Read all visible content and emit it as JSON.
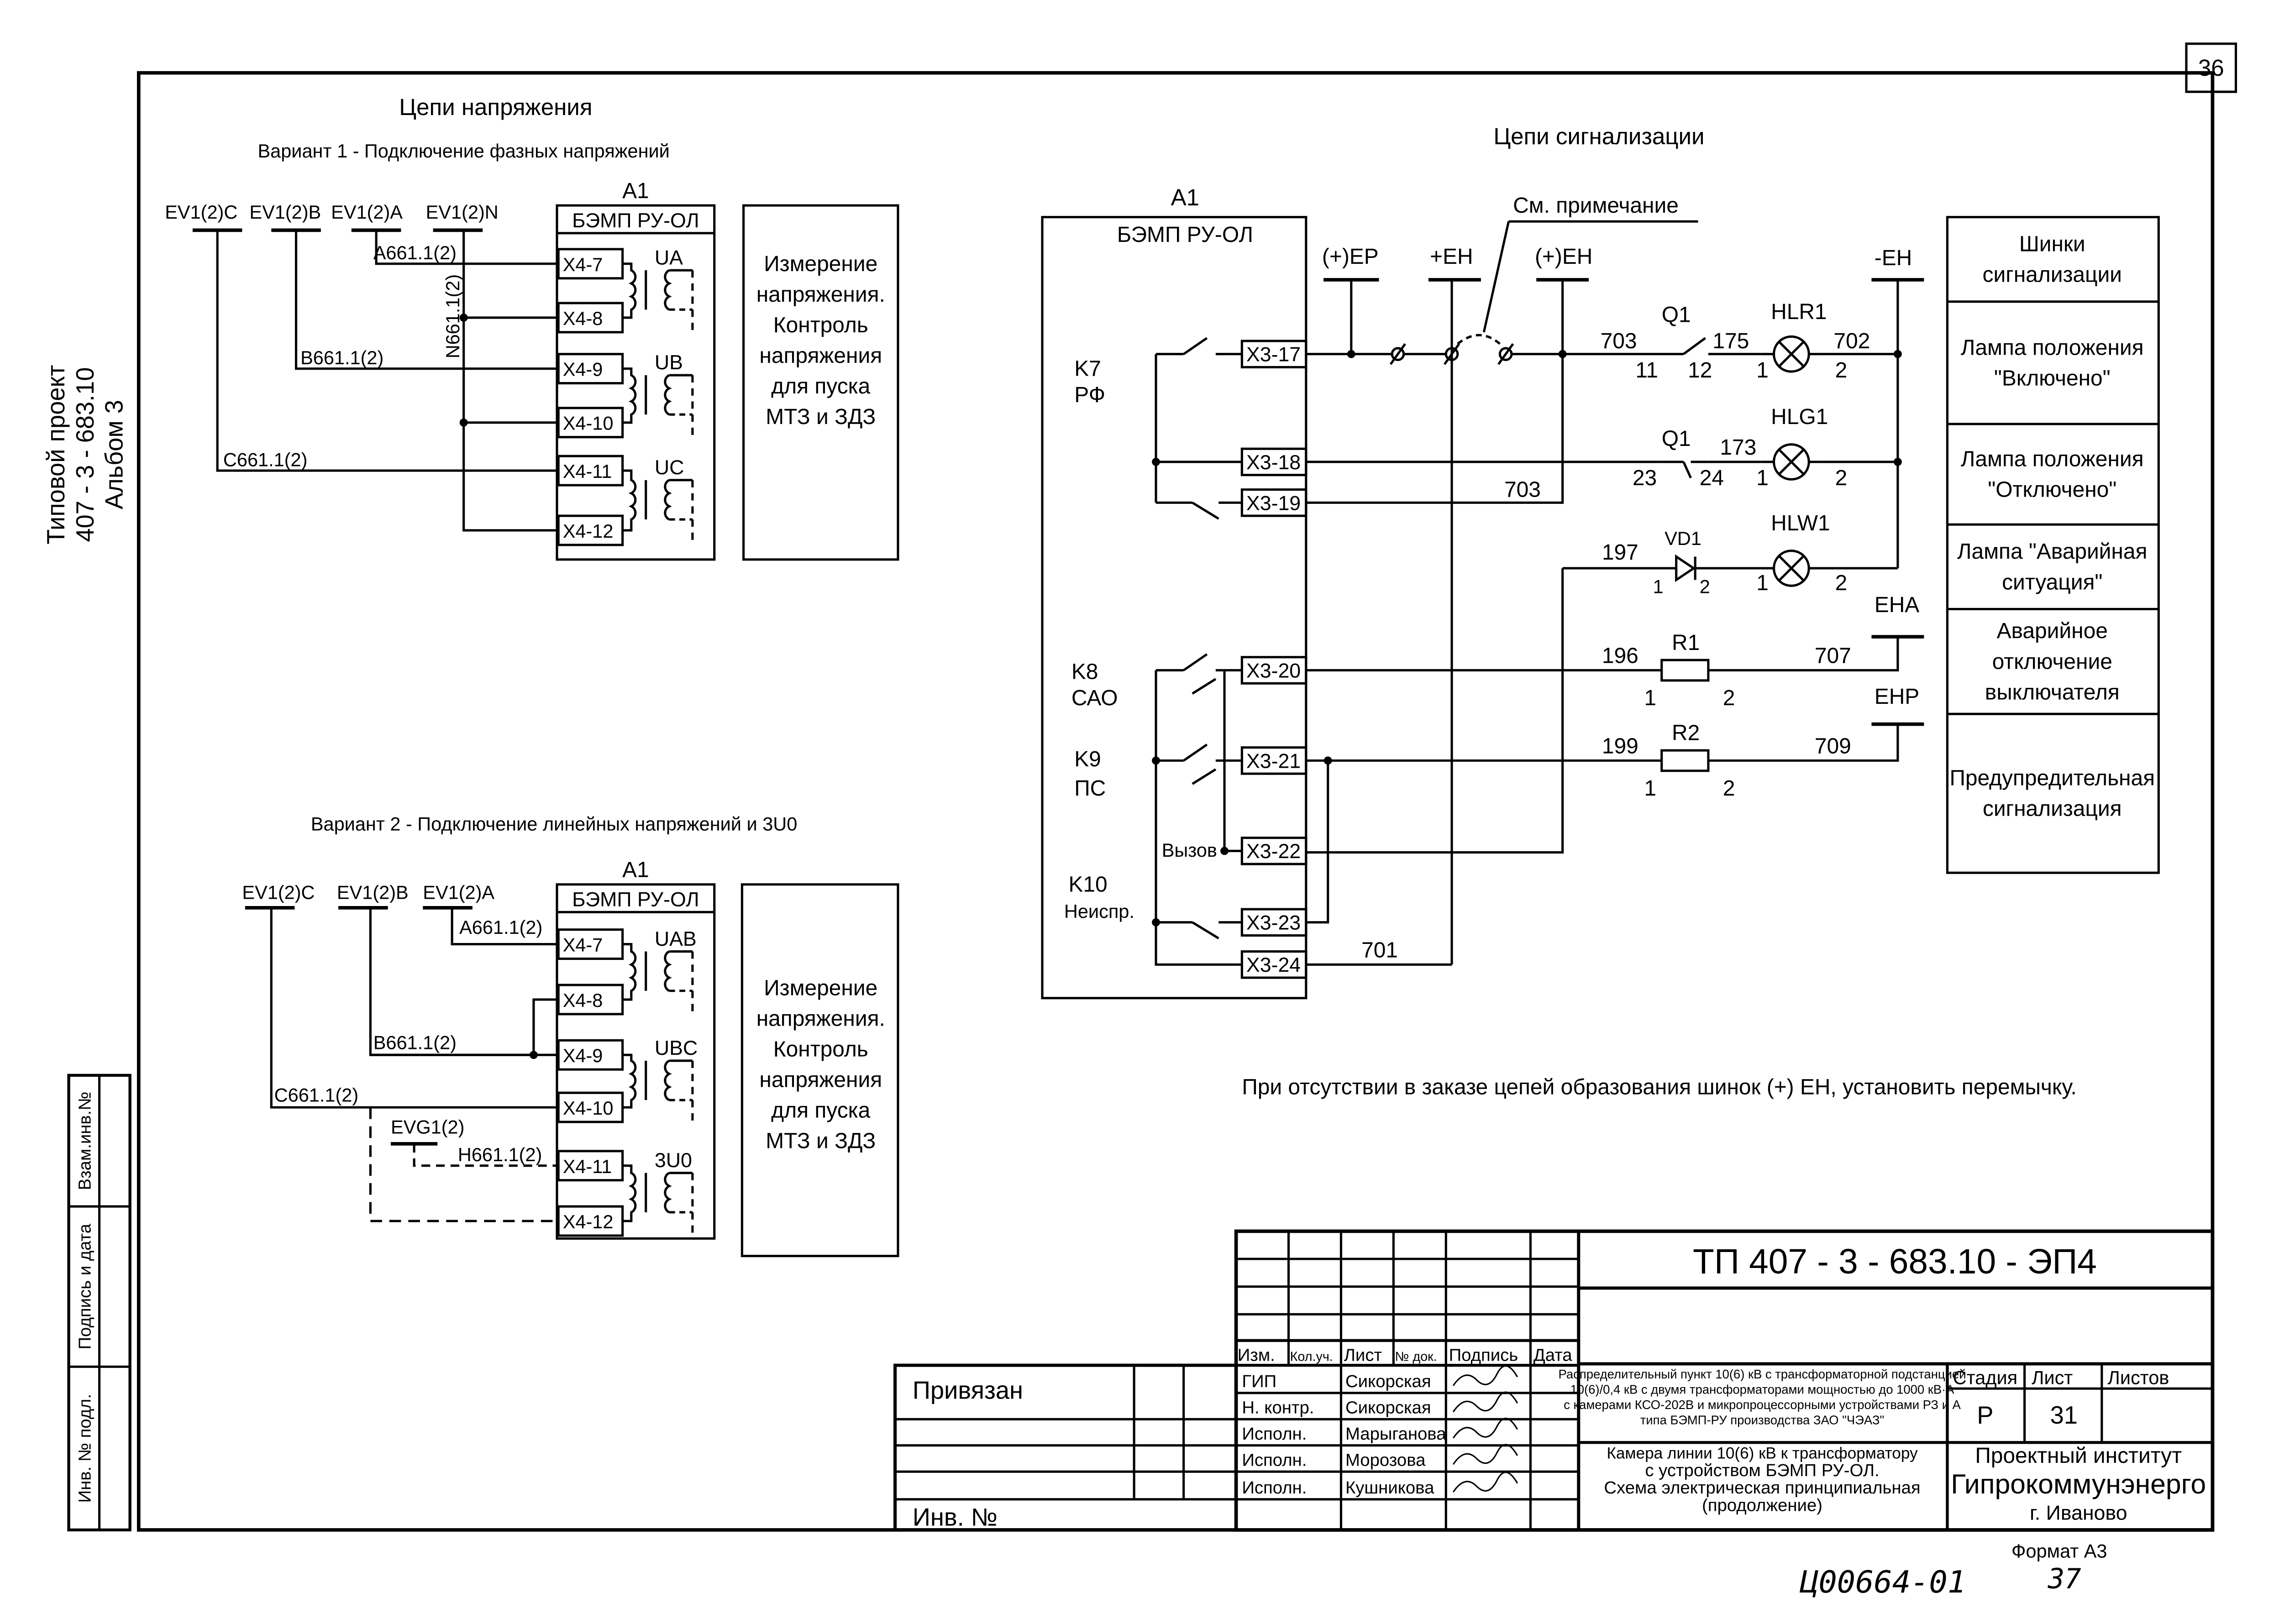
{
  "sheet_number": "36",
  "side": {
    "project": "Типовой проект",
    "number": "407 - 3 - 683.10",
    "album": "Альбом 3"
  },
  "side_boxes": [
    "Взам.инв.№",
    "Подпись и дата",
    "Инв. № подл."
  ],
  "voltage": {
    "title": "Цепи напряжения",
    "v1_title": "Вариант 1 - Подключение фазных напряжений",
    "v2_title": "Вариант 2 - Подключение линейных напряжений и 3U0",
    "bus1": [
      "EV1(2)C",
      "EV1(2)B",
      "EV1(2)A",
      "EV1(2)N"
    ],
    "bus2": [
      "EV1(2)C",
      "EV1(2)B",
      "EV1(2)A"
    ],
    "wires1": [
      "A661.1(2)",
      "B661.1(2)",
      "C661.1(2)",
      "N661.1(2)"
    ],
    "wires2": [
      "A661.1(2)",
      "B661.1(2)",
      "C661.1(2)",
      "EVG1(2)",
      "H661.1(2)"
    ],
    "device": "A1",
    "device_name": "БЭМП РУ-ОЛ",
    "terminals": [
      "X4-7",
      "X4-8",
      "X4-9",
      "X4-10",
      "X4-11",
      "X4-12"
    ],
    "tr1": [
      "UA",
      "UB",
      "UC"
    ],
    "tr2": [
      "UAB",
      "UBC",
      "3U0"
    ],
    "func_lines": [
      "Измерение",
      "напряжения.",
      "Контроль",
      "напряжения",
      "для пуска",
      "МТЗ и ЗДЗ"
    ]
  },
  "signal": {
    "title": "Цепи сигнализации",
    "device": "A1",
    "device_name": "БЭМП РУ-ОЛ",
    "note_ref": "См. примечание",
    "buses": [
      "(+)EP",
      "+EH",
      "(+)EH",
      "-EH"
    ],
    "relays": [
      {
        "name": "K7",
        "sub": "РФ"
      },
      {
        "name": "K8",
        "sub": "САО"
      },
      {
        "name": "K9",
        "sub": "ПС"
      },
      {
        "name": "K10",
        "sub": "Неиспр."
      }
    ],
    "vyzov": "Вызов",
    "terminals": [
      "X3-17",
      "X3-18",
      "X3-19",
      "X3-20",
      "X3-21",
      "X3-22",
      "X3-23",
      "X3-24"
    ],
    "wires": {
      "w703": "703",
      "w175": "175",
      "w702": "702",
      "w173": "173",
      "w703b": "703",
      "w197": "197",
      "w196": "196",
      "w707": "707",
      "w199": "199",
      "w709": "709",
      "w701": "701"
    },
    "elements": {
      "q1a": "Q1",
      "q1b": "Q1",
      "hlr": "HLR1",
      "hlg": "HLG1",
      "hlw": "HLW1",
      "vd": "VD1",
      "r1": "R1",
      "r2": "R2"
    },
    "pins": {
      "p11": "11",
      "p12": "12",
      "p23": "23",
      "p24": "24",
      "one": "1",
      "two": "2"
    },
    "outs": [
      "EHA",
      "EHP"
    ],
    "table": [
      [
        "Шинки",
        "сигнализации"
      ],
      [
        "Лампа положения",
        "\"Включено\""
      ],
      [
        "Лампа положения",
        "\"Отключено\""
      ],
      [
        "Лампа \"Аварийная",
        "ситуация\""
      ],
      [
        "Аварийное",
        "отключение",
        "выключателя"
      ],
      [
        "Предупредительная",
        "сигнализация"
      ]
    ],
    "note": "При отсутствии в заказе цепей образования шинок (+) ЕН, установить перемычку."
  },
  "stamp": {
    "code": "ТП  407 - 3 - 683.10 - ЭП4",
    "header": [
      "Изм.",
      "Кол.уч.",
      "Лист",
      "№ док.",
      "Подпись",
      "Дата"
    ],
    "people": [
      {
        "role": "ГИП",
        "name": "Сикорская"
      },
      {
        "role": "Н. контр.",
        "name": "Сикорская"
      },
      {
        "role": "Исполн.",
        "name": "Марыганова"
      },
      {
        "role": "Исполн.",
        "name": "Морозова"
      },
      {
        "role": "Исполн.",
        "name": "Кушникова"
      }
    ],
    "privyazan": "Привязан",
    "inv": "Инв. №",
    "desc": [
      "Распределительный пункт 10(6) кВ с трансформаторной подстанцией",
      "10(6)/0,4 кВ с двумя трансформаторами мощностью до 1000 кВ·А",
      "с камерами КСО-202В и микропроцессорными устройствами РЗ и А",
      "типа БЭМП-РУ производства ЗАО \"ЧЭАЗ\""
    ],
    "title_lines": [
      "Камера линии 10(6) кВ к трансформатору",
      "с устройством БЭМП РУ-ОЛ.",
      "Схема электрическая принципиальная",
      "(продолжение)"
    ],
    "stage_h": "Стадия",
    "sheet_h": "Лист",
    "sheets_h": "Листов",
    "stage": "Р",
    "sheet": "31",
    "org": [
      "Проектный институт",
      "Гипрокоммунэнерго",
      "г. Иваново"
    ],
    "format": "Формат А3",
    "handwritten": "Ц00664-01",
    "handwritten_num": "37"
  }
}
